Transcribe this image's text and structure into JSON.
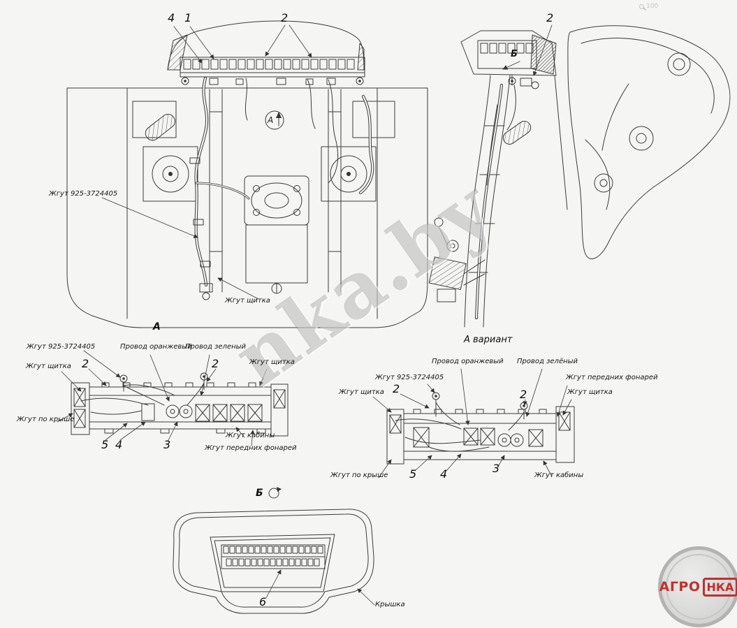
{
  "page": {
    "watermark": "nka.by",
    "viewer_badge": "100",
    "colors": {
      "background": "#f5f5f3",
      "line": "#3b3b3b",
      "logo_red": "#c03030",
      "watermark_gray": "#9a9a9a"
    }
  },
  "logo": {
    "agro": "АГРО",
    "nka": "НКА"
  },
  "front_view": {
    "callout_4": "4",
    "callout_1": "1",
    "callout_2": "2",
    "view_arrow": "А",
    "label_harness": "Жгут 925-3724405",
    "label_panel_harness": "Жгут щитка"
  },
  "side_view": {
    "callout_2": "2",
    "view_label": "Б"
  },
  "detail_a": {
    "title": "А",
    "label_harness": "Жгут 925-3724405",
    "label_wire_orange": "Провод оранжевый",
    "label_wire_green": "Провод зеленый",
    "label_panel_left": "Жгут щитка",
    "label_panel_right": "Жгут щитка",
    "label_roof": "Жгут по крыше",
    "label_cab": "Жгут кабины",
    "label_front_lamps": "Жгут передних фонарей",
    "callout_2_left": "2",
    "callout_2_right": "2",
    "callout_5": "5",
    "callout_4": "4",
    "callout_3": "3"
  },
  "detail_a_variant": {
    "title": "А вариант",
    "label_wire_orange": "Провод оранжевый",
    "label_wire_green": "Провод зелёный",
    "label_harness": "Жгут 925-3724405",
    "label_front_lamps": "Жгут передних фонарей",
    "label_panel_left": "Жгут щитка",
    "label_panel_right": "Жгут щитка",
    "label_roof": "Жгут по крыше",
    "label_cab": "Жгут кабины",
    "callout_2_left": "2",
    "callout_2_right": "2",
    "callout_5": "5",
    "callout_4": "4",
    "callout_3": "3"
  },
  "detail_b": {
    "title": "Б",
    "callout_6": "6",
    "label_cover": "Крышка"
  }
}
